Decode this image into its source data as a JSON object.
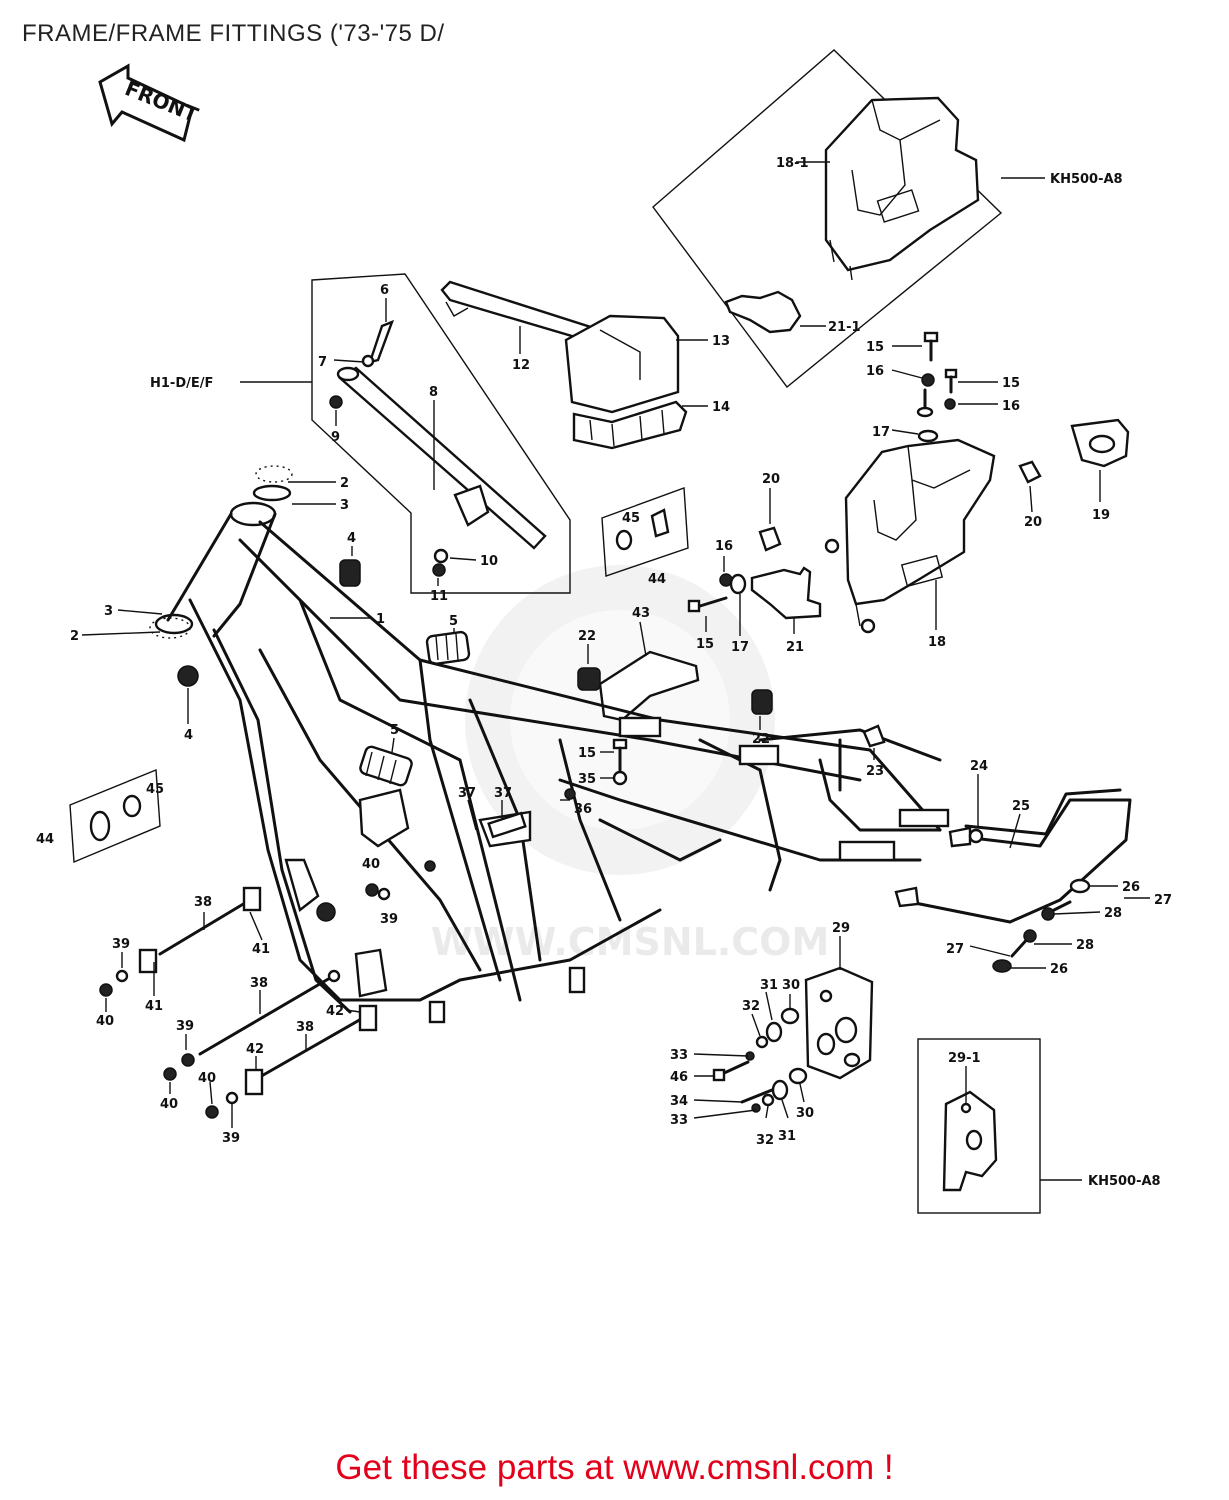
{
  "page_title": "FRAME/FRAME FITTINGS ('73-'75 D/",
  "front_arrow_label": "FRONT",
  "watermark_text": "WWW.CMSNL.COM",
  "footer": {
    "text": "Get these parts at www.cmsnl.com !",
    "color": "#e3001b"
  },
  "group_labels": {
    "kh500_top": "KH500-A8",
    "h1_def": "H1-D/E/F",
    "kh500_bottom": "KH500-A8"
  },
  "callouts": [
    "18-1",
    "21-1",
    "6",
    "7",
    "8",
    "9",
    "10",
    "11",
    "12",
    "13",
    "14",
    "15",
    "16",
    "15",
    "16",
    "17",
    "19",
    "20",
    "20",
    "16",
    "15",
    "17",
    "21",
    "18",
    "2",
    "3",
    "4",
    "1",
    "3",
    "2",
    "4",
    "5",
    "45",
    "44",
    "43",
    "22",
    "22",
    "45",
    "44",
    "5",
    "15",
    "35",
    "36",
    "37",
    "37",
    "23",
    "24",
    "25",
    "26",
    "27",
    "28",
    "28",
    "27",
    "26",
    "38",
    "41",
    "39",
    "40",
    "41",
    "40",
    "39",
    "38",
    "42",
    "38",
    "42",
    "39",
    "40",
    "40",
    "39",
    "29",
    "31",
    "30",
    "32",
    "33",
    "46",
    "34",
    "33",
    "32",
    "31",
    "30",
    "29-1"
  ]
}
